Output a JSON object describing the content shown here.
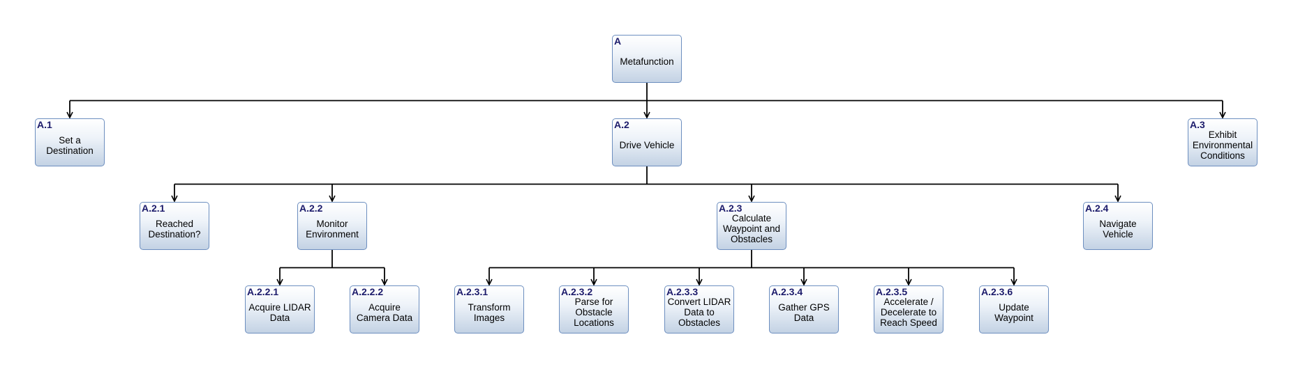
{
  "nodes": {
    "A": {
      "num": "A",
      "label": "Metafunction"
    },
    "A1": {
      "num": "A.1",
      "label": "Set a Destination"
    },
    "A2": {
      "num": "A.2",
      "label": "Drive Vehicle"
    },
    "A3": {
      "num": "A.3",
      "label": "Exhibit Environmental Conditions"
    },
    "A21": {
      "num": "A.2.1",
      "label": "Reached Destination?"
    },
    "A22": {
      "num": "A.2.2",
      "label": "Monitor Environment"
    },
    "A23": {
      "num": "A.2.3",
      "label": "Calculate Waypoint and Obstacles"
    },
    "A24": {
      "num": "A.2.4",
      "label": "Navigate Vehicle"
    },
    "A221": {
      "num": "A.2.2.1",
      "label": "Acquire LIDAR Data"
    },
    "A222": {
      "num": "A.2.2.2",
      "label": "Acquire Camera Data"
    },
    "A231": {
      "num": "A.2.3.1",
      "label": "Transform Images"
    },
    "A232": {
      "num": "A.2.3.2",
      "label": "Parse for Obstacle Locations"
    },
    "A233": {
      "num": "A.2.3.3",
      "label": "Convert LIDAR Data to Obstacles"
    },
    "A234": {
      "num": "A.2.3.4",
      "label": "Gather GPS Data"
    },
    "A235": {
      "num": "A.2.3.5",
      "label": "Accelerate / Decelerate to Reach Speed"
    },
    "A236": {
      "num": "A.2.3.6",
      "label": "Update Waypoint"
    }
  },
  "edges": [
    [
      "A",
      "A1"
    ],
    [
      "A",
      "A2"
    ],
    [
      "A",
      "A3"
    ],
    [
      "A2",
      "A21"
    ],
    [
      "A2",
      "A22"
    ],
    [
      "A2",
      "A23"
    ],
    [
      "A2",
      "A24"
    ],
    [
      "A22",
      "A221"
    ],
    [
      "A22",
      "A222"
    ],
    [
      "A23",
      "A231"
    ],
    [
      "A23",
      "A232"
    ],
    [
      "A23",
      "A233"
    ],
    [
      "A23",
      "A234"
    ],
    [
      "A23",
      "A235"
    ],
    [
      "A23",
      "A236"
    ]
  ],
  "colors": {
    "border": "#6c8ebf",
    "id_text": "#1c1b6b",
    "connector": "#000000"
  }
}
